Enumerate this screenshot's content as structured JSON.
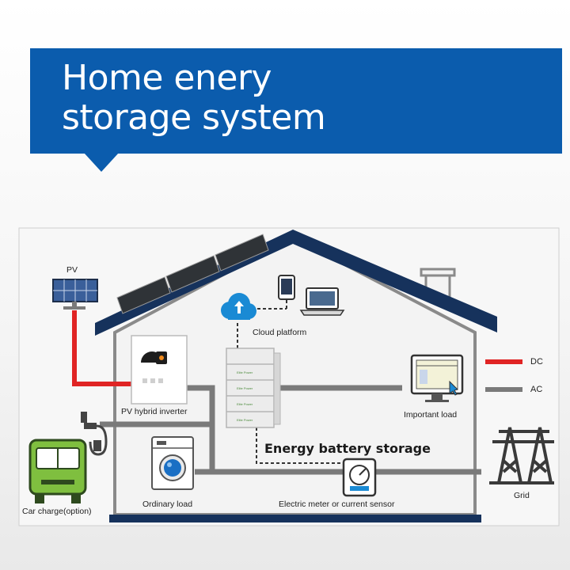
{
  "header": {
    "title_line1": "Home enery",
    "title_line2": "storage system"
  },
  "colors": {
    "brand_blue": "#0b5cad",
    "dc_line": "#e02424",
    "ac_line": "#7a7a7a",
    "roof": "#16325c",
    "vehicle_green": "#7fbf3f"
  },
  "labels": {
    "pv": "PV",
    "cloud": "Cloud platform",
    "inverter": "PV hybrid inverter",
    "battery": "Energy battery storage",
    "important_load": "Important load",
    "ordinary_load": "Ordinary load",
    "meter": "Electric meter or current sensor",
    "car": "Car charge(option)",
    "grid": "Grid"
  },
  "battery_brand": "Elite Power",
  "legend": [
    {
      "label": "DC",
      "color": "#e02424"
    },
    {
      "label": "AC",
      "color": "#7a7a7a"
    }
  ],
  "icons": [
    "solar-panel-icon",
    "cloud-upload-icon",
    "tablet-icon",
    "laptop-icon",
    "monitor-icon",
    "washing-machine-icon",
    "meter-icon",
    "car-charger-icon",
    "bus-icon",
    "pylon-icon"
  ]
}
